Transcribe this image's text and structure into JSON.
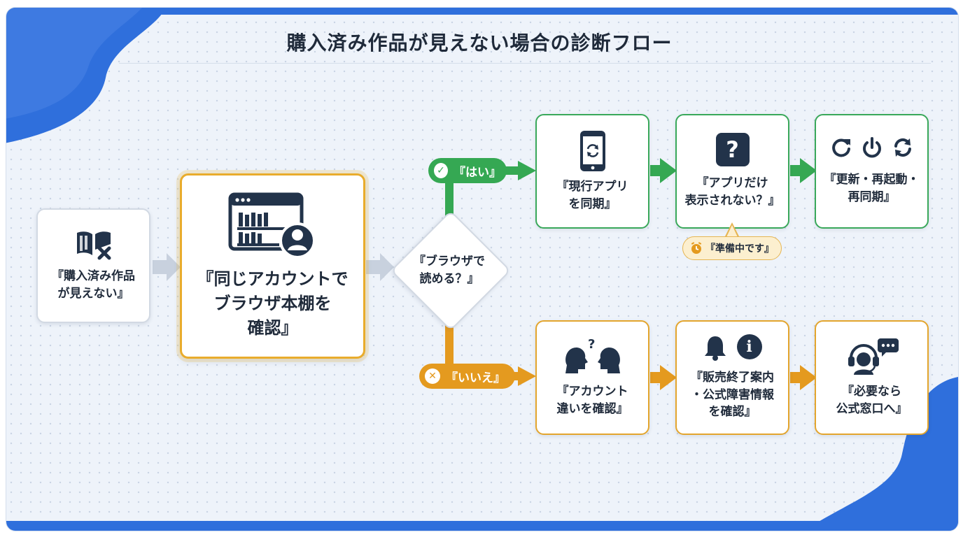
{
  "title": "購入済み作品が見えない場合の診断フロー",
  "nodes": {
    "start": {
      "label": "『購入済み作品\nが見えない』",
      "icon": "book-x-icon"
    },
    "check_browser": {
      "label": "『同じアカウントで\nブラウザ本棚を\n確認』",
      "icon": "browser-bookshelf-user-icon"
    },
    "decision": {
      "label": "『ブラウザで\n読める？』"
    },
    "sync_app": {
      "label": "『現行アプリ\nを同期』",
      "icon": "phone-sync-icon"
    },
    "app_only": {
      "label": "『アプリだけ\n表示されない？』",
      "icon": "question-icon"
    },
    "restart": {
      "label": "『更新・再起動・\n再同期』",
      "icons": [
        "refresh-icon",
        "power-icon",
        "sync-icon"
      ]
    },
    "account_check": {
      "label": "『アカウント\n違いを確認』",
      "icon": "people-question-icon"
    },
    "end_of_sale": {
      "label": "『販売終了案内\n・公式障害情報\nを確認』",
      "icons": [
        "bell-icon",
        "info-icon"
      ]
    },
    "support": {
      "label": "『必要なら\n公式窓口へ』",
      "icon": "headset-chat-icon"
    }
  },
  "branches": {
    "yes": {
      "label": "『はい』",
      "icon": "check-icon",
      "color": "#35a853"
    },
    "no": {
      "label": "『いいえ』",
      "icon": "x-icon",
      "color": "#e49a1f"
    }
  },
  "tag": {
    "label": "『準備中です』",
    "icon": "clock-icon"
  },
  "colors": {
    "brand": "#2f6fdc",
    "green": "#35a853",
    "orange": "#e49a1f",
    "text": "#1f2a3a"
  }
}
